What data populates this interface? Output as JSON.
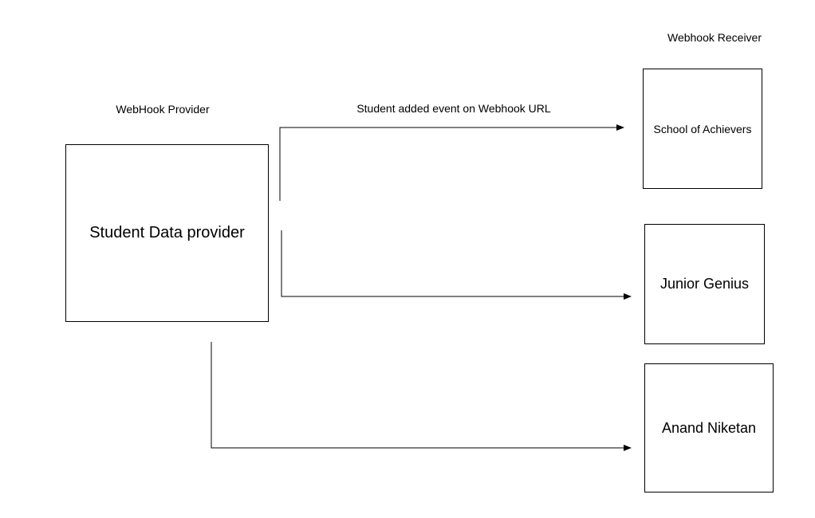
{
  "diagram": {
    "provider_label": "WebHook Provider",
    "receiver_label": "Webhook Receiver",
    "event_label": "Student added event on Webhook URL",
    "provider_box": "Student Data provider",
    "receivers": [
      {
        "name": "School of Achievers"
      },
      {
        "name": "Junior Genius"
      },
      {
        "name": "Anand Niketan"
      }
    ]
  }
}
